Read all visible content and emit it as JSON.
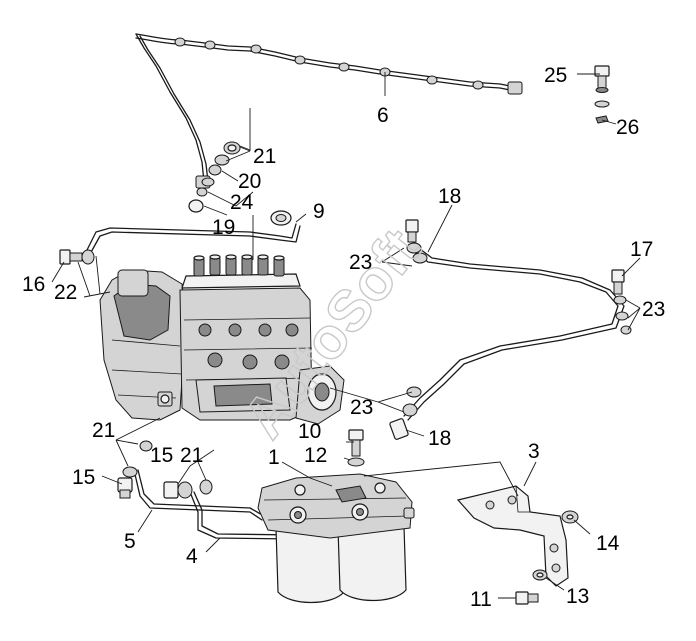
{
  "watermark": "AutoSoft",
  "callouts": [
    {
      "id": "c1",
      "label": "1"
    },
    {
      "id": "c3",
      "label": "3"
    },
    {
      "id": "c4",
      "label": "4"
    },
    {
      "id": "c5",
      "label": "5"
    },
    {
      "id": "c6",
      "label": "6"
    },
    {
      "id": "c9",
      "label": "9"
    },
    {
      "id": "c10",
      "label": "10"
    },
    {
      "id": "c11",
      "label": "11"
    },
    {
      "id": "c12",
      "label": "12"
    },
    {
      "id": "c13",
      "label": "13"
    },
    {
      "id": "c14",
      "label": "14"
    },
    {
      "id": "c15a",
      "label": "15"
    },
    {
      "id": "c15b",
      "label": "15"
    },
    {
      "id": "c16",
      "label": "16"
    },
    {
      "id": "c17",
      "label": "17"
    },
    {
      "id": "c18a",
      "label": "18"
    },
    {
      "id": "c18b",
      "label": "18"
    },
    {
      "id": "c19",
      "label": "19"
    },
    {
      "id": "c20",
      "label": "20"
    },
    {
      "id": "c21a",
      "label": "21"
    },
    {
      "id": "c21b",
      "label": "21"
    },
    {
      "id": "c21c",
      "label": "21"
    },
    {
      "id": "c22",
      "label": "22"
    },
    {
      "id": "c23a",
      "label": "23"
    },
    {
      "id": "c23b",
      "label": "23"
    },
    {
      "id": "c23c",
      "label": "23"
    },
    {
      "id": "c24",
      "label": "24"
    },
    {
      "id": "c25",
      "label": "25"
    },
    {
      "id": "c26",
      "label": "26"
    }
  ]
}
